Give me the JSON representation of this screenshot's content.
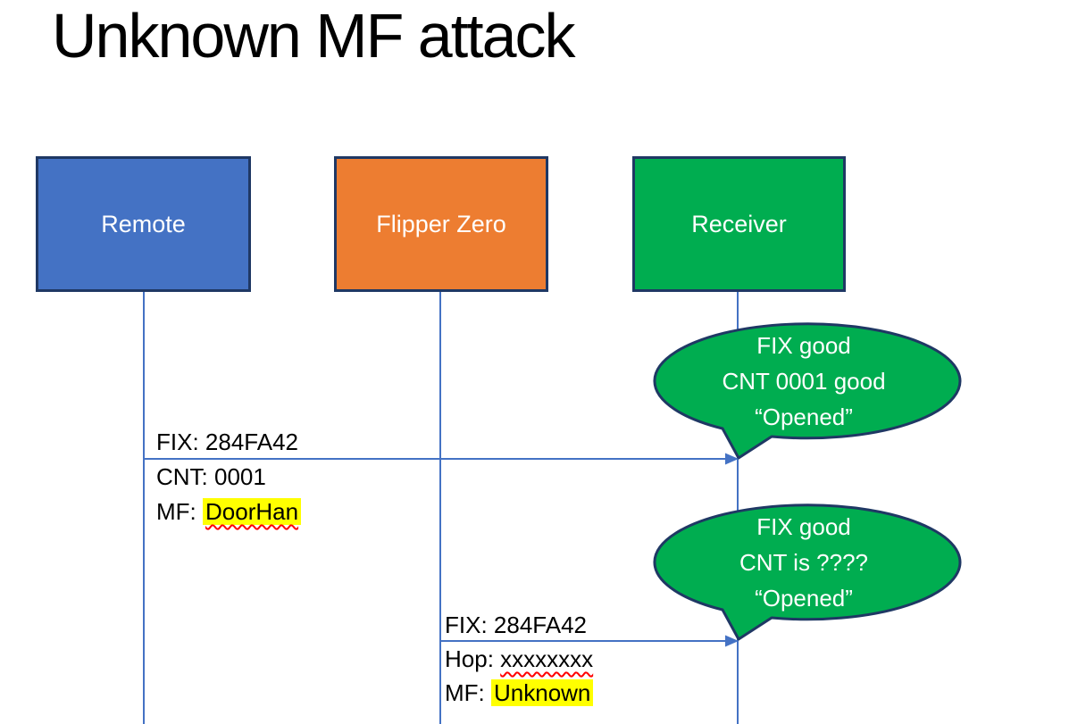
{
  "colors": {
    "accent_blue": "#4472C4",
    "accent_orange": "#ED7D31",
    "accent_green": "#00AD50",
    "border_navy": "#1F3864",
    "highlight_yellow": "#FFFF00",
    "squiggle_red": "#FF0000"
  },
  "title": {
    "text": "Unknown MF attack"
  },
  "actors": [
    {
      "label": "Remote"
    },
    {
      "label": "Flipper Zero"
    },
    {
      "label": "Receiver"
    }
  ],
  "messages": [
    {
      "above": "FIX: 284FA42",
      "below1": {
        "text": "CNT: 0001"
      },
      "below2": {
        "prefix": "MF: ",
        "value": "DoorHan"
      }
    },
    {
      "above": "FIX: 284FA42",
      "below1": {
        "prefix": "Hop: ",
        "value": "xxxxxxxx"
      },
      "below2": {
        "prefix": "MF: ",
        "value": "Unknown"
      }
    }
  ],
  "callouts": [
    {
      "line1": "FIX good",
      "line2": "CNT 0001 good",
      "line3": "“Opened”"
    },
    {
      "line1": "FIX good",
      "line2": "CNT is ????",
      "line3": "“Opened”"
    }
  ]
}
